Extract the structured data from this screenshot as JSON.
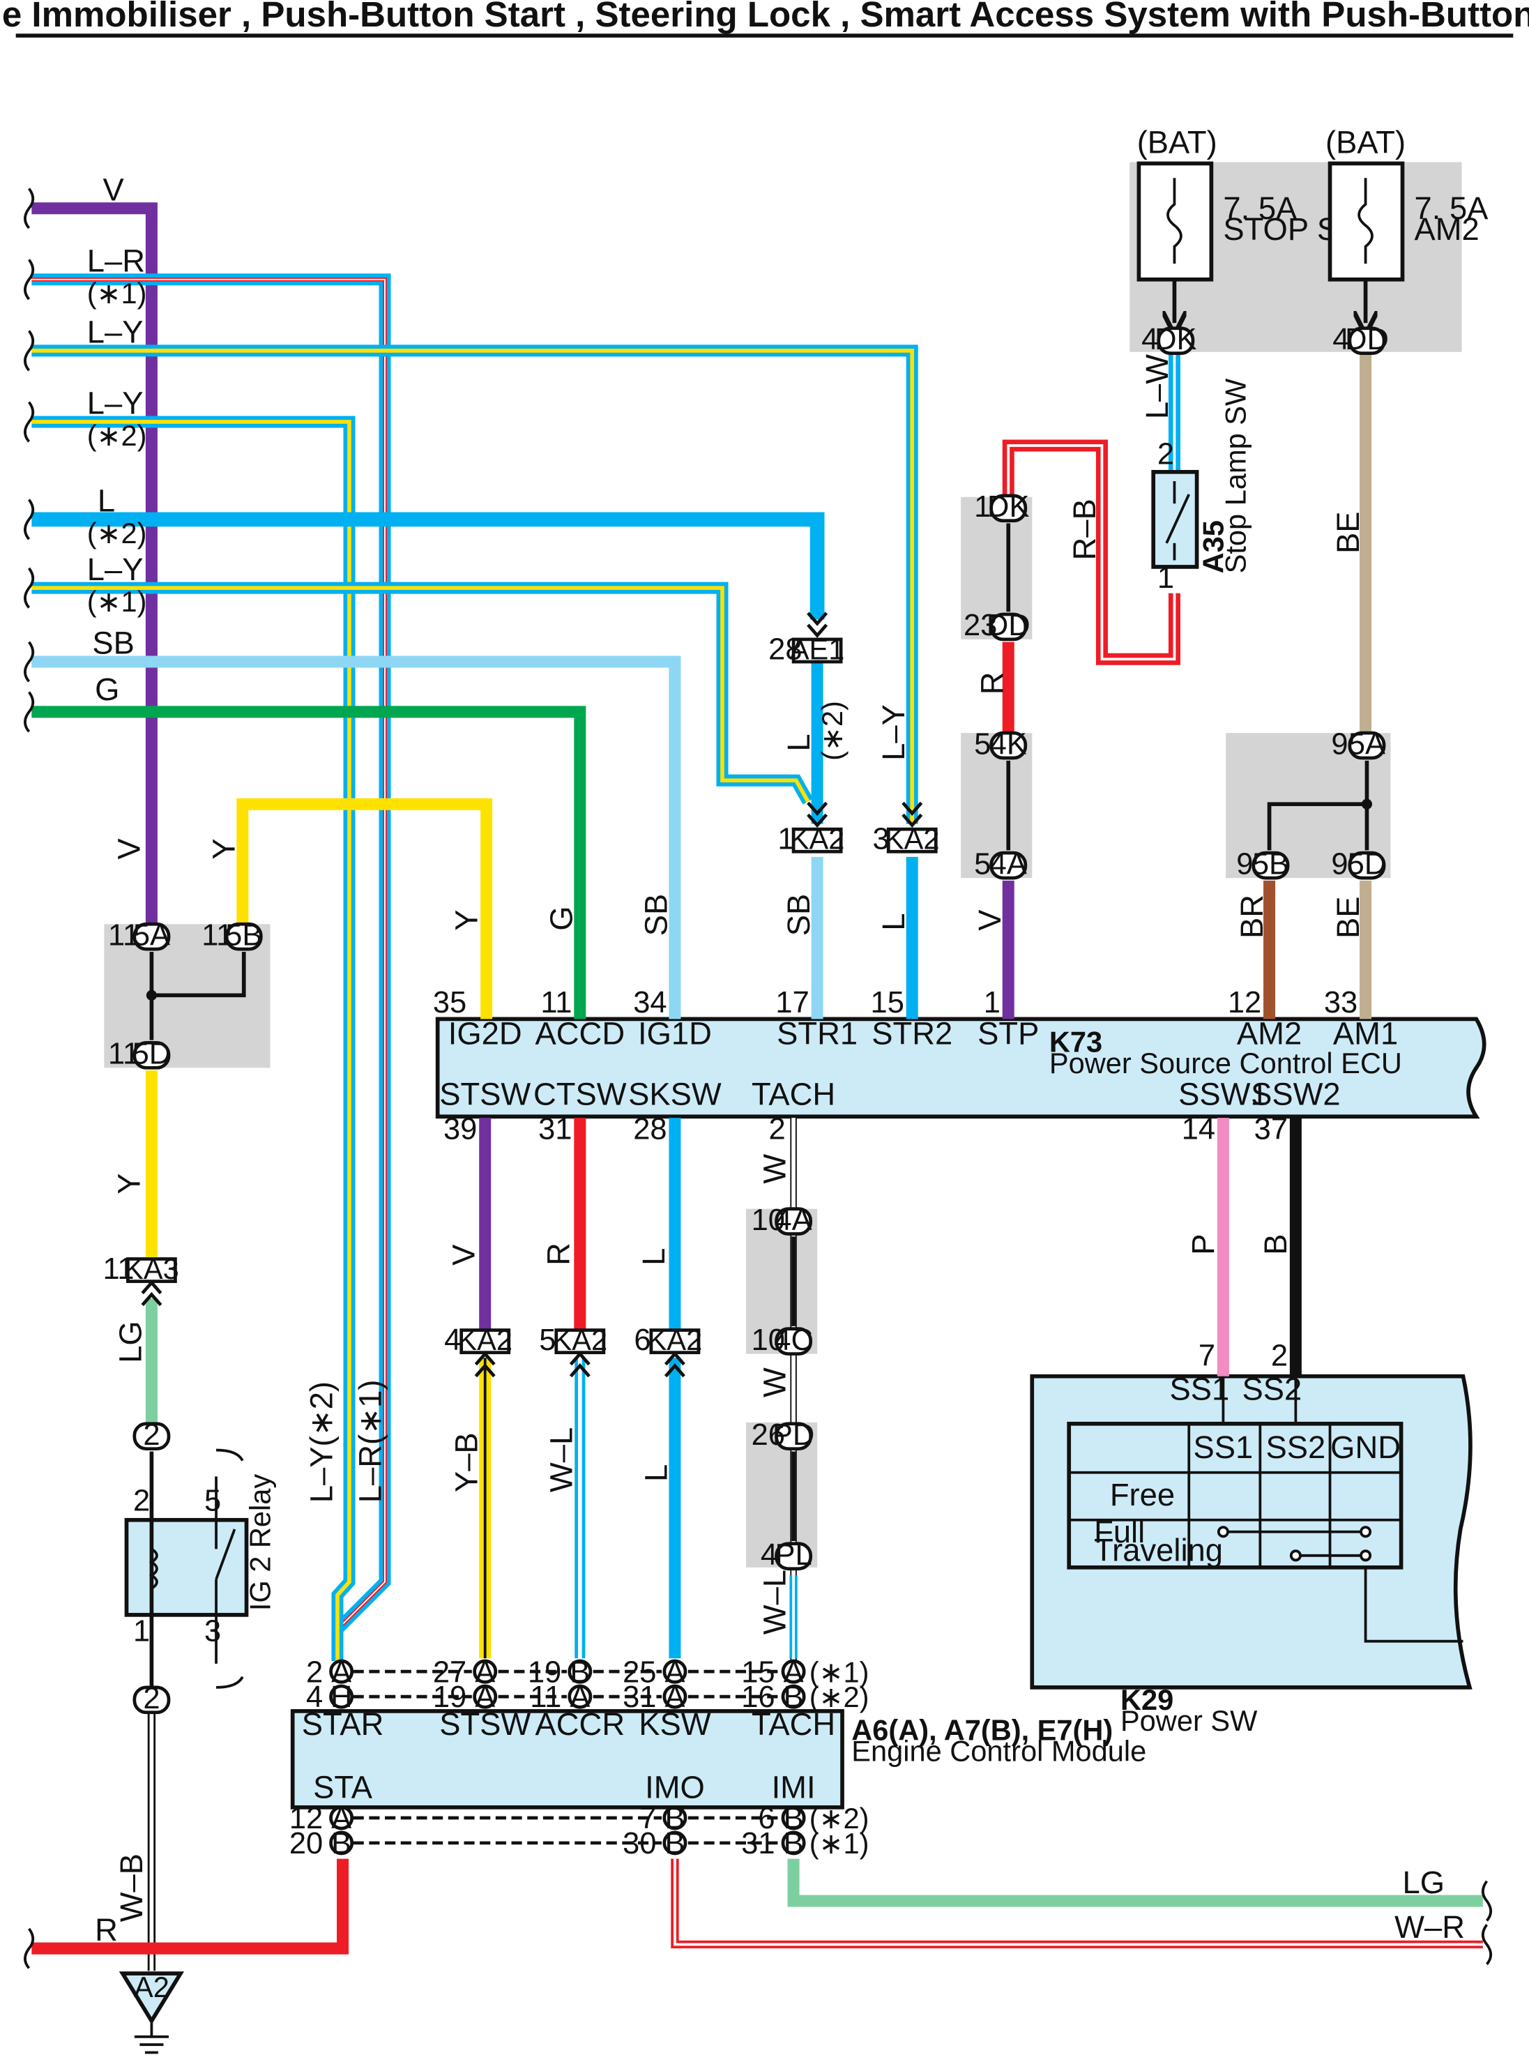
{
  "title": "Engine Immobiliser , Push-Button Start , Steering Lock , Smart Access System with Push-Button Start",
  "colors": {
    "V": "#7030a0",
    "L": "#00b0f0",
    "SB": "#8dd7f5",
    "G": "#00a650",
    "Y": "#ffe100",
    "R": "#ee1c25",
    "LG": "#7ecf9f",
    "BE": "#c0ae90",
    "BR": "#a0522d",
    "P": "#f28cc2",
    "B": "#111111",
    "W": "#ffffff",
    "box": "#d4d4d4",
    "ecu": "#cdebf7",
    "stroke": "#111111"
  },
  "left_wires": [
    {
      "label": "V",
      "note": ""
    },
    {
      "label": "L–R",
      "note": "(∗1)"
    },
    {
      "label": "L–Y",
      "note": ""
    },
    {
      "label": "L–Y",
      "note": "(∗2)"
    },
    {
      "label": "L",
      "note": "(∗2)"
    },
    {
      "label": "L–Y",
      "note": "(∗1)"
    },
    {
      "label": "SB",
      "note": ""
    },
    {
      "label": "G",
      "note": ""
    }
  ],
  "fuses": [
    {
      "source": "(BAT)",
      "rating": "7. 5A",
      "name": "STOP SW",
      "connector": "DK",
      "pin": "4"
    },
    {
      "source": "(BAT)",
      "rating": "7. 5A",
      "name": "AM2",
      "connector": "DD",
      "pin": "4"
    }
  ],
  "stop_lamp_sw": {
    "code": "A35",
    "name": "Stop Lamp SW",
    "pin_top": "2",
    "pin_bottom": "1"
  },
  "ig2_relay": {
    "name": "IG 2 Relay",
    "pins": [
      "2",
      "5",
      "1",
      "3"
    ]
  },
  "k73": {
    "code": "K73",
    "name": "Power Source Control ECU",
    "top_terms": [
      {
        "name": "IG2D",
        "pin": "35",
        "wire": "Y"
      },
      {
        "name": "ACCD",
        "pin": "11",
        "wire": "G"
      },
      {
        "name": "IG1D",
        "pin": "34",
        "wire": "SB"
      },
      {
        "name": "STR1",
        "pin": "17",
        "wire": "SB"
      },
      {
        "name": "STR2",
        "pin": "15",
        "wire": "L"
      },
      {
        "name": "STP",
        "pin": "1",
        "wire": "V"
      },
      {
        "name": "AM2",
        "pin": "12",
        "wire": "BR"
      },
      {
        "name": "AM1",
        "pin": "33",
        "wire": "BE"
      }
    ],
    "bottom_terms": [
      {
        "name": "STSW",
        "pin": "39",
        "wire": "V"
      },
      {
        "name": "CTSW",
        "pin": "31",
        "wire": "R"
      },
      {
        "name": "SKSW",
        "pin": "28",
        "wire": "L"
      },
      {
        "name": "TACH",
        "pin": "2",
        "wire": "W"
      },
      {
        "name": "SSW1",
        "pin": "14",
        "wire": "P"
      },
      {
        "name": "SSW2",
        "pin": "37",
        "wire": "B"
      }
    ]
  },
  "k29": {
    "code": "K29",
    "name": "Power SW",
    "terms": [
      {
        "name": "SS1",
        "pin": "7"
      },
      {
        "name": "SS2",
        "pin": "2"
      }
    ],
    "table_head": [
      "SS1",
      "SS2",
      "GND"
    ],
    "rows": [
      "Free",
      "Full\nTraveling"
    ]
  },
  "ecm": {
    "code": "A6(A), A7(B), E7(H)",
    "name": "Engine Control Module",
    "top_terms": [
      "STAR",
      "STSW",
      "ACCR",
      "KSW",
      "TACH"
    ],
    "bottom_terms": [
      "STA",
      "IMO",
      "IMI"
    ],
    "row1": [
      [
        "2",
        "A"
      ],
      [
        "27",
        "A"
      ],
      [
        "19",
        "B"
      ],
      [
        "25",
        "A"
      ],
      [
        "15",
        "A"
      ]
    ],
    "row2": [
      [
        "4",
        "H"
      ],
      [
        "19",
        "A"
      ],
      [
        "11",
        "A"
      ],
      [
        "31",
        "A"
      ],
      [
        "16",
        "B"
      ]
    ],
    "row3": [
      [
        "12",
        "A"
      ],
      [
        "7",
        "B"
      ],
      [
        "6",
        "B"
      ]
    ],
    "row4": [
      [
        "20",
        "B"
      ],
      [
        "30",
        "B"
      ],
      [
        "31",
        "B"
      ]
    ],
    "notes": {
      "r1": "(∗1)",
      "r2": "(∗2)",
      "r3": "(∗2)",
      "r4": "(∗1)"
    }
  },
  "ground": {
    "code": "A2"
  },
  "bottom_wires": {
    "left": "R",
    "gnd": "W–B",
    "right1": "LG",
    "right2": "W–R"
  },
  "connectors": {
    "AE1": "AE1",
    "KA2": "KA2",
    "KA3": "KA3",
    "DK": "DK",
    "DD": "DD",
    "4K": "4K",
    "4A": "4A",
    "5A": "5A",
    "5B": "5B",
    "5D": "5D",
    "4C": "4C",
    "PD": "PD",
    "PL": "PL",
    "2": "2"
  },
  "wire_labels": {
    "LW": "L–W",
    "RB": "R–B",
    "R": "R",
    "L": "L",
    "LY": "L–Y",
    "V": "V",
    "Y": "Y",
    "G": "G",
    "SB": "SB",
    "BE": "BE",
    "BR": "BR",
    "LG": "LG",
    "W": "W",
    "WL": "W–L",
    "YB": "Y–B",
    "P": "P",
    "B": "B",
    "LY2": "L–Y(∗2)",
    "LR1": "L–R(∗1)",
    "star2": "(∗2)"
  },
  "pins": {
    "p28": "28",
    "p1": "1",
    "p3": "3",
    "p23": "23",
    "p5": "5",
    "p9": "9",
    "p11": "11",
    "p4": "4",
    "p6": "6",
    "p10": "10",
    "p26": "26",
    "p7": "7",
    "p2": "2"
  }
}
